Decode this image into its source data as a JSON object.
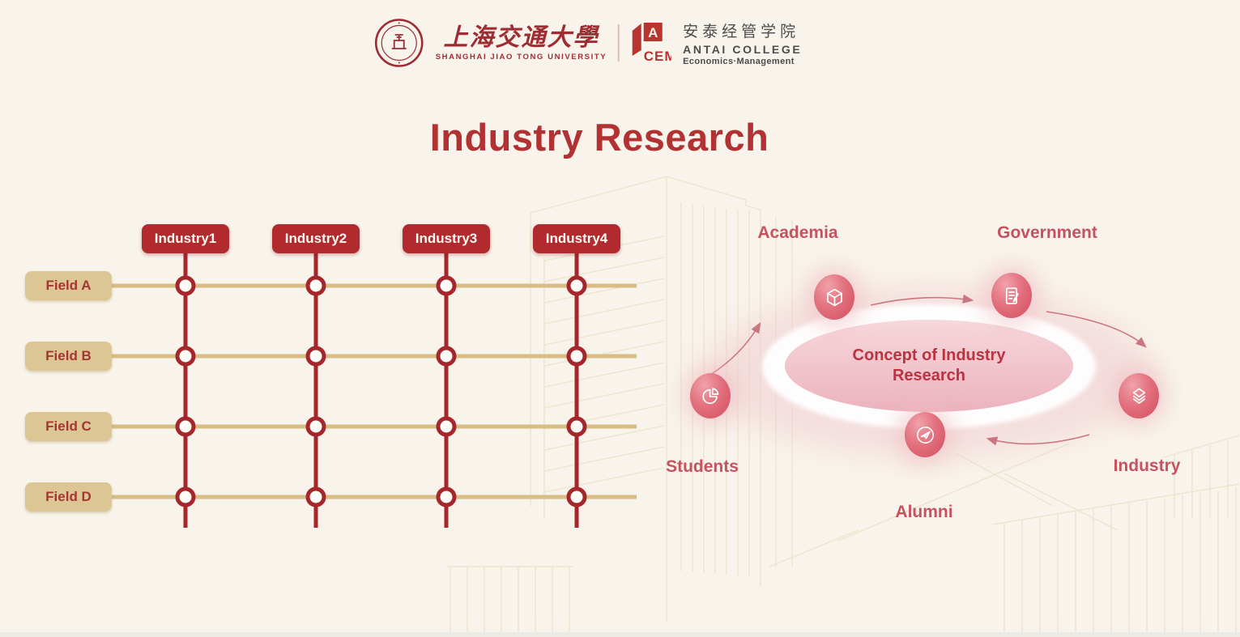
{
  "header": {
    "sjtu_cn": "上海交通大學",
    "sjtu_en": "SHANGHAI JIAO TONG UNIVERSITY",
    "acem_cn": "安泰经管学院",
    "acem_en": "ANTAI COLLEGE",
    "acem_sub": "Economics·Management"
  },
  "title": "Industry Research",
  "matrix": {
    "industries": [
      "Industry1",
      "Industry2",
      "Industry3",
      "Industry4"
    ],
    "fields": [
      "Field A",
      "Field B",
      "Field C",
      "Field D"
    ]
  },
  "cycle": {
    "center_line1": "Concept of Industry",
    "center_line2": "Research",
    "nodes": [
      {
        "label": "Academia",
        "icon": "cube-icon"
      },
      {
        "label": "Government",
        "icon": "document-edit-icon"
      },
      {
        "label": "Industry",
        "icon": "layers-icon"
      },
      {
        "label": "Alumni",
        "icon": "paper-plane-icon"
      },
      {
        "label": "Students",
        "icon": "pie-chart-icon"
      }
    ]
  },
  "colors": {
    "background": "#f8f4eb",
    "primary_red": "#b12a2e",
    "grid_line_red": "#a5262b",
    "tan_button": "#dcc794",
    "tan_line": "#d9bd85",
    "node_pink": "#dd5a66",
    "label_pink": "#c5525f",
    "center_text_red": "#b93340",
    "arrow_pink": "#c97681",
    "sketch_tan": "#e7dabb"
  }
}
